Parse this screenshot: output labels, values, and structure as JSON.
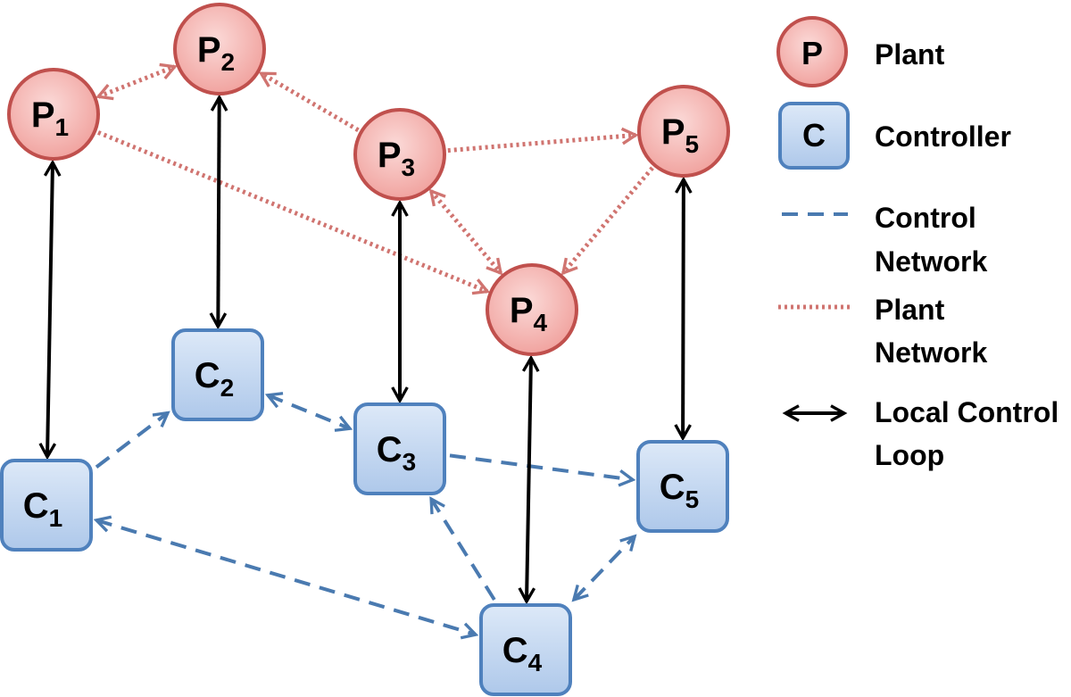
{
  "nodes": {
    "plants": [
      {
        "id": "P1",
        "main": "P",
        "sub": "1"
      },
      {
        "id": "P2",
        "main": "P",
        "sub": "2"
      },
      {
        "id": "P3",
        "main": "P",
        "sub": "3"
      },
      {
        "id": "P4",
        "main": "P",
        "sub": "4"
      },
      {
        "id": "P5",
        "main": "P",
        "sub": "5"
      }
    ],
    "controllers": [
      {
        "id": "C1",
        "main": "C",
        "sub": "1"
      },
      {
        "id": "C2",
        "main": "C",
        "sub": "2"
      },
      {
        "id": "C3",
        "main": "C",
        "sub": "3"
      },
      {
        "id": "C4",
        "main": "C",
        "sub": "4"
      },
      {
        "id": "C5",
        "main": "C",
        "sub": "5"
      }
    ]
  },
  "edges": {
    "local_loops": [
      {
        "from": "P1",
        "to": "C1"
      },
      {
        "from": "P2",
        "to": "C2"
      },
      {
        "from": "P3",
        "to": "C3"
      },
      {
        "from": "P4",
        "to": "C4"
      },
      {
        "from": "P5",
        "to": "C5"
      }
    ],
    "plant_network": [
      {
        "from": "P1",
        "to": "P2",
        "both": true
      },
      {
        "from": "P3",
        "to": "P2",
        "both": false
      },
      {
        "from": "P3",
        "to": "P5",
        "both": false
      },
      {
        "from": "P3",
        "to": "P4",
        "both": true
      },
      {
        "from": "P5",
        "to": "P4",
        "both": false
      },
      {
        "from": "P1",
        "to": "P4",
        "both": false
      }
    ],
    "control_network": [
      {
        "from": "C1",
        "to": "C2",
        "both": false
      },
      {
        "from": "C2",
        "to": "C3",
        "both": true
      },
      {
        "from": "C3",
        "to": "C5",
        "both": false
      },
      {
        "from": "C4",
        "to": "C3",
        "both": false
      },
      {
        "from": "C4",
        "to": "C5",
        "both": true
      },
      {
        "from": "C1",
        "to": "C4",
        "both": true
      }
    ]
  },
  "legend": {
    "plant_symbol": "P",
    "plant": "Plant",
    "controller_symbol": "C",
    "controller": "Controller",
    "control_network_line1": "Control",
    "control_network_line2": "Network",
    "plant_network_line1": "Plant",
    "plant_network_line2": "Network",
    "local_loop_line1": "Local Control",
    "local_loop_line2": "Loop"
  },
  "colors": {
    "plant_fill": "#f4b0ad",
    "plant_stroke": "#c0504d",
    "controller_fill": "#c9dcf3",
    "controller_stroke": "#4f81bd",
    "plant_network": "#d07470",
    "control_network": "#4a7ab0",
    "local_loop": "#000000"
  }
}
